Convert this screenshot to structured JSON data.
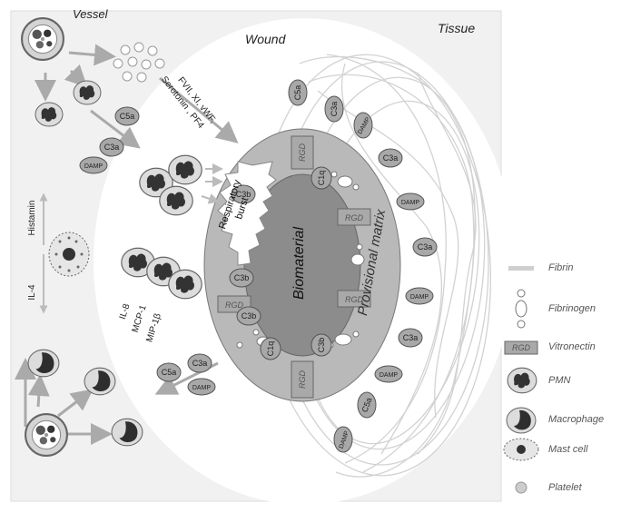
{
  "diagram": {
    "regions": {
      "vessel": "Vessel",
      "wound": "Wound",
      "tissue": "Tissue",
      "biomaterial": "Biomaterial",
      "provisional_matrix": "Provisional matrix"
    },
    "platelet_factors": {
      "line1": "FVII, XI, vWF,",
      "line2": "Serotonin , PF4"
    },
    "respiratory_burst": {
      "line1": "Respiratory",
      "line2": "burst"
    },
    "mast_cell_mediators": {
      "histamin": "Histamin",
      "il4": "IL-4"
    },
    "cytokines": {
      "il8": "IL-8",
      "mcp1": "MCP-1",
      "mip1b": "MIP-1β"
    },
    "proteins": {
      "c5a": "C5a",
      "c3a": "C3a",
      "c3b": "C3b",
      "c1q": "C1q",
      "damp": "DAMP",
      "rgd": "RGD"
    },
    "colors": {
      "background_tissue": "#f1f1f1",
      "wound": "#ffffff",
      "adsorbed_layer": "#b9b9b9",
      "biomaterial": "#8c8c8c",
      "cell_nucleus": "#333333",
      "fibrin": "#cfcfcf"
    }
  },
  "legend": {
    "items": [
      {
        "icon": "fibrin-icon",
        "label": "Fibrin"
      },
      {
        "icon": "fibrinogen-icon",
        "label": "Fibrinogen"
      },
      {
        "icon": "vitronectin-icon",
        "label": "Vitronectin"
      },
      {
        "icon": "pmn-icon",
        "label": "PMN"
      },
      {
        "icon": "macrophage-icon",
        "label": "Macrophage"
      },
      {
        "icon": "mast-cell-icon",
        "label": "Mast cell"
      },
      {
        "icon": "platelet-icon",
        "label": "Platelet"
      }
    ]
  }
}
